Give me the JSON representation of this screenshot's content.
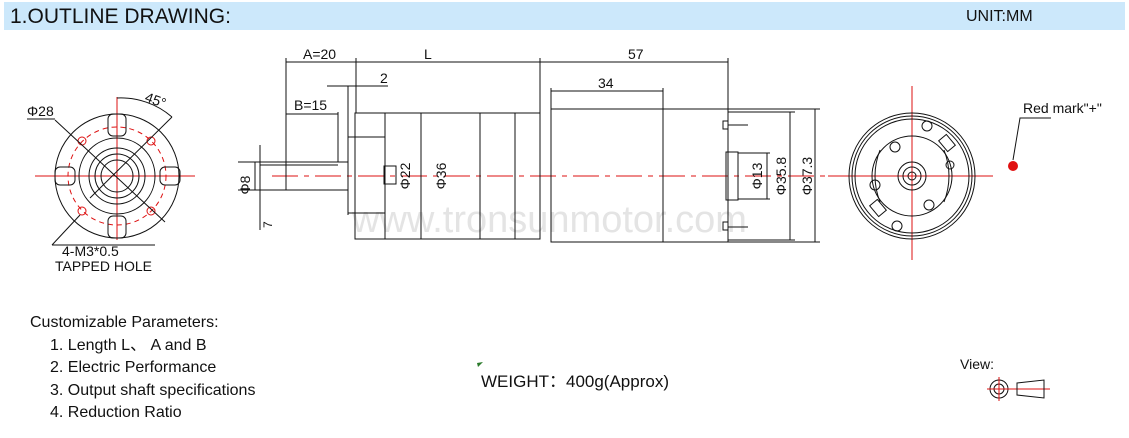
{
  "header": {
    "title": "1.OUTLINE DRAWING:",
    "unit": "UNIT:MM"
  },
  "front_view": {
    "bolt_circle": "Φ28",
    "angle": "45°",
    "hole_spec": "4-M3*0.5",
    "hole_note": "TAPPED HOLE"
  },
  "side_view": {
    "dim_a": "A=20",
    "dim_l": "L",
    "dim_57": "57",
    "dim_34": "34",
    "dim_2": "2",
    "dim_b": "B=15",
    "dia_shaft": "Φ8",
    "flat": "7",
    "dia_22": "Φ22",
    "dia_36": "Φ36",
    "dia_13": "Φ13",
    "dia_358": "Φ35.8",
    "dia_373": "Φ37.3"
  },
  "rear_view": {
    "red_mark": "Red mark\"+\""
  },
  "watermark": "www.tronsunmotor.com",
  "params": {
    "title": "Customizable Parameters:",
    "items": [
      "1. Length  L、 A and B",
      "2. Electric Performance",
      "3. Output shaft specifications",
      "4. Reduction Ratio"
    ]
  },
  "weight": "WEIGHT：400g(Approx)",
  "view_label": "View:",
  "colors": {
    "header_bg": "#cce8fb",
    "centerline": "#dd1111",
    "red_mark": "#e01010"
  }
}
